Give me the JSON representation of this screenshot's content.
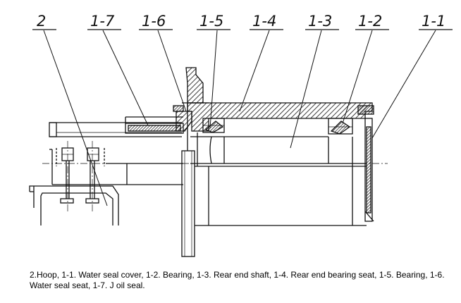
{
  "callouts": [
    "2",
    "1-7",
    "1-6",
    "1-5",
    "1-4",
    "1-3",
    "1-2",
    "1-1"
  ],
  "caption": "2.Hoop, 1-1. Water seal cover, 1-2. Bearing, 1-3. Rear end shaft, 1-4. Rear end bearing seat, 1-5. Bearing, 1-6. Water seal seat, 1-7. J oil seal."
}
